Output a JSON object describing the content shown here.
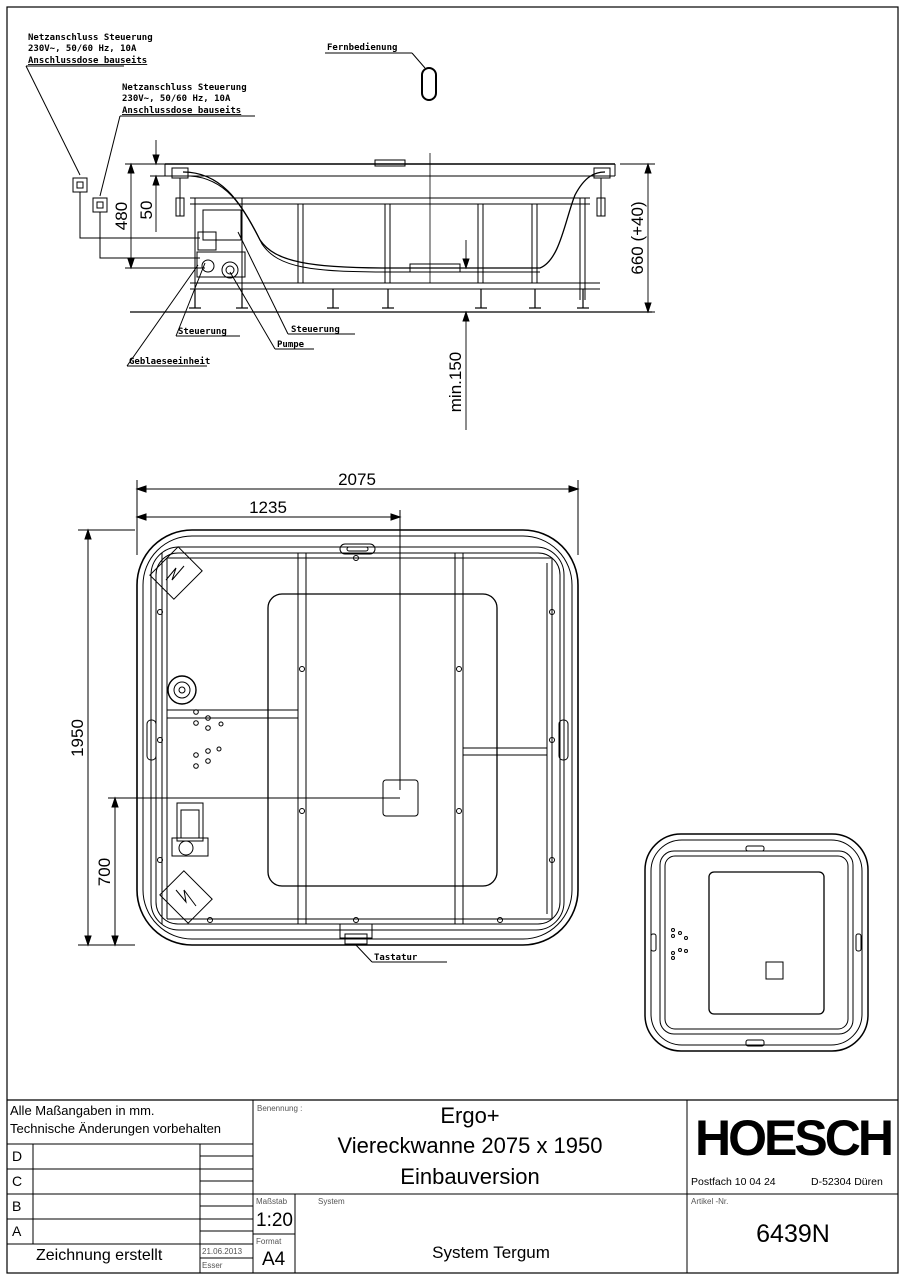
{
  "elevation": {
    "labels": {
      "power1_title": "Netzanschluss Steuerung",
      "power1_spec": "230V~, 50/60 Hz, 10A",
      "power1_note": "Anschlussdose bauseits",
      "power2_title": "Netzanschluss Steuerung",
      "power2_spec": "230V~, 50/60 Hz, 10A",
      "power2_note": "Anschlussdose bauseits",
      "remote": "Fernbedienung",
      "control1": "Steuerung",
      "control2": "Steuerung",
      "pump": "Pumpe",
      "blower": "Geblaeseeinheit"
    },
    "dims": {
      "height_total": "480",
      "height_rim": "50",
      "height_adjust": "660 (+40)",
      "clearance": "min.150"
    }
  },
  "plan": {
    "dims": {
      "width": "2075",
      "width_partial": "1235",
      "length": "1950",
      "length_partial": "700"
    },
    "labels": {
      "keypad": "Tastatur"
    }
  },
  "titleblock": {
    "note_line1": "Alle Maßangaben in mm.",
    "note_line2": "Technische Änderungen vorbehalten",
    "rev_d": "D",
    "rev_c": "C",
    "rev_b": "B",
    "rev_a": "A",
    "created_label": "Zeichnung erstellt",
    "created_date": "21.06.2013",
    "created_by": "Esser",
    "benennung_label": "Benennung :",
    "name_line1": "Ergo+",
    "name_line2": "Viereckwanne 2075 x 1950",
    "name_line3": "Einbauversion",
    "scale_label": "Maßstab",
    "scale_value": "1:20",
    "format_label": "Format",
    "format_value": "A4",
    "system_label": "System",
    "system_value": "System Tergum",
    "logo": "HOESCH",
    "address": "Postfach 10 04 24",
    "city": "D-52304 Düren",
    "article_label": "Artikel -Nr.",
    "article_value": "6439N"
  }
}
